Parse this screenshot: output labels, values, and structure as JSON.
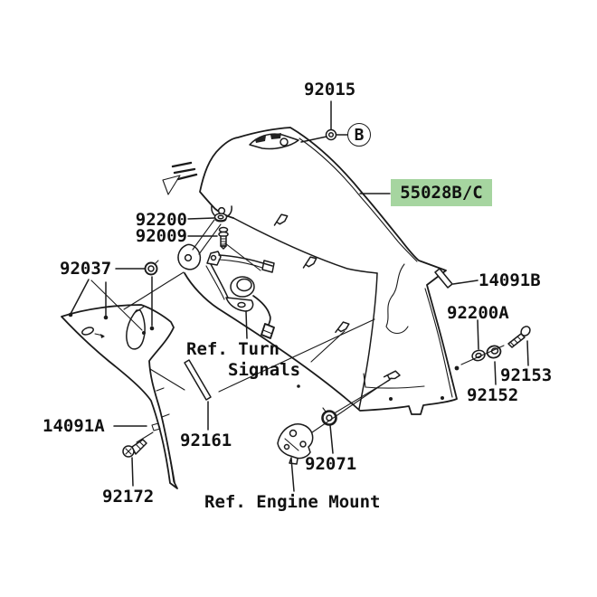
{
  "diagram_type": "motorcycle-parts-exploded-view",
  "parts": {
    "p92015": {
      "label": "92015"
    },
    "p55028": {
      "label": "55028B/C",
      "highlighted": true
    },
    "p92200": {
      "label": "92200"
    },
    "p92009": {
      "label": "92009"
    },
    "p92037": {
      "label": "92037"
    },
    "p14091B": {
      "label": "14091B"
    },
    "p92200A": {
      "label": "92200A"
    },
    "p92153": {
      "label": "92153"
    },
    "p92152": {
      "label": "92152"
    },
    "p14091A": {
      "label": "14091A"
    },
    "p92172": {
      "label": "92172"
    },
    "p92161": {
      "label": "92161"
    },
    "p92071": {
      "label": "92071"
    }
  },
  "refs": {
    "turn_signals": {
      "line1": "Ref. Turn",
      "line2": "Signals"
    },
    "engine_mount": {
      "label": "Ref. Engine Mount"
    }
  },
  "callout": {
    "b": "B"
  },
  "colors": {
    "background": "#ffffff",
    "line_art": "#1b1b1b",
    "highlight_green": "#a6d5a0",
    "text": "#111111"
  }
}
